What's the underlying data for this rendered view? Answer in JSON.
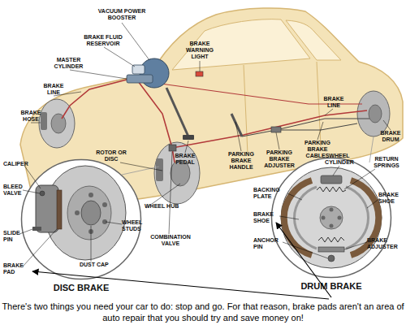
{
  "diagram": {
    "caption": "There's two things you need your car to do: stop and go. For that reason, brake pads aren't an area of auto repair that you should try and save money on!",
    "nodes": [
      {
        "text": [
          "DISC BRAKE"
        ]
      },
      {
        "text": [
          "DRUM BRAKE"
        ]
      }
    ],
    "labels": [
      "VACUUM POWER BOOSTER",
      "BRAKE FLUID RESERVOIR",
      "MASTER CYLINDER",
      "BRAKE WARNING LIGHT",
      "BRAKE LINE",
      "BRAKE HOSE",
      "BRAKE LINE",
      "BRAKE DRUM",
      "ROTOR OR DISC",
      "BRAKE PEDAL",
      "PARKING BRAKE HANDLE",
      "PARKING BRAKE ADJUSTER",
      "PARKING BRAKE CABLES",
      "WHEEL HUB",
      "COMBINATION VALVE",
      "CALIPER",
      "BLEED VALVE",
      "SLIDE PIN",
      "BRAKE PAD",
      "WHEEL STUDS",
      "DUST CAP",
      "WHEEL CYLINDER",
      "RETURN SPRINGS",
      "BACKING PLATE",
      "BRAKE SHOE",
      "ANCHOR PIN",
      "BRAKE SHOE",
      "BRAKE ADJUSTER"
    ]
  }
}
